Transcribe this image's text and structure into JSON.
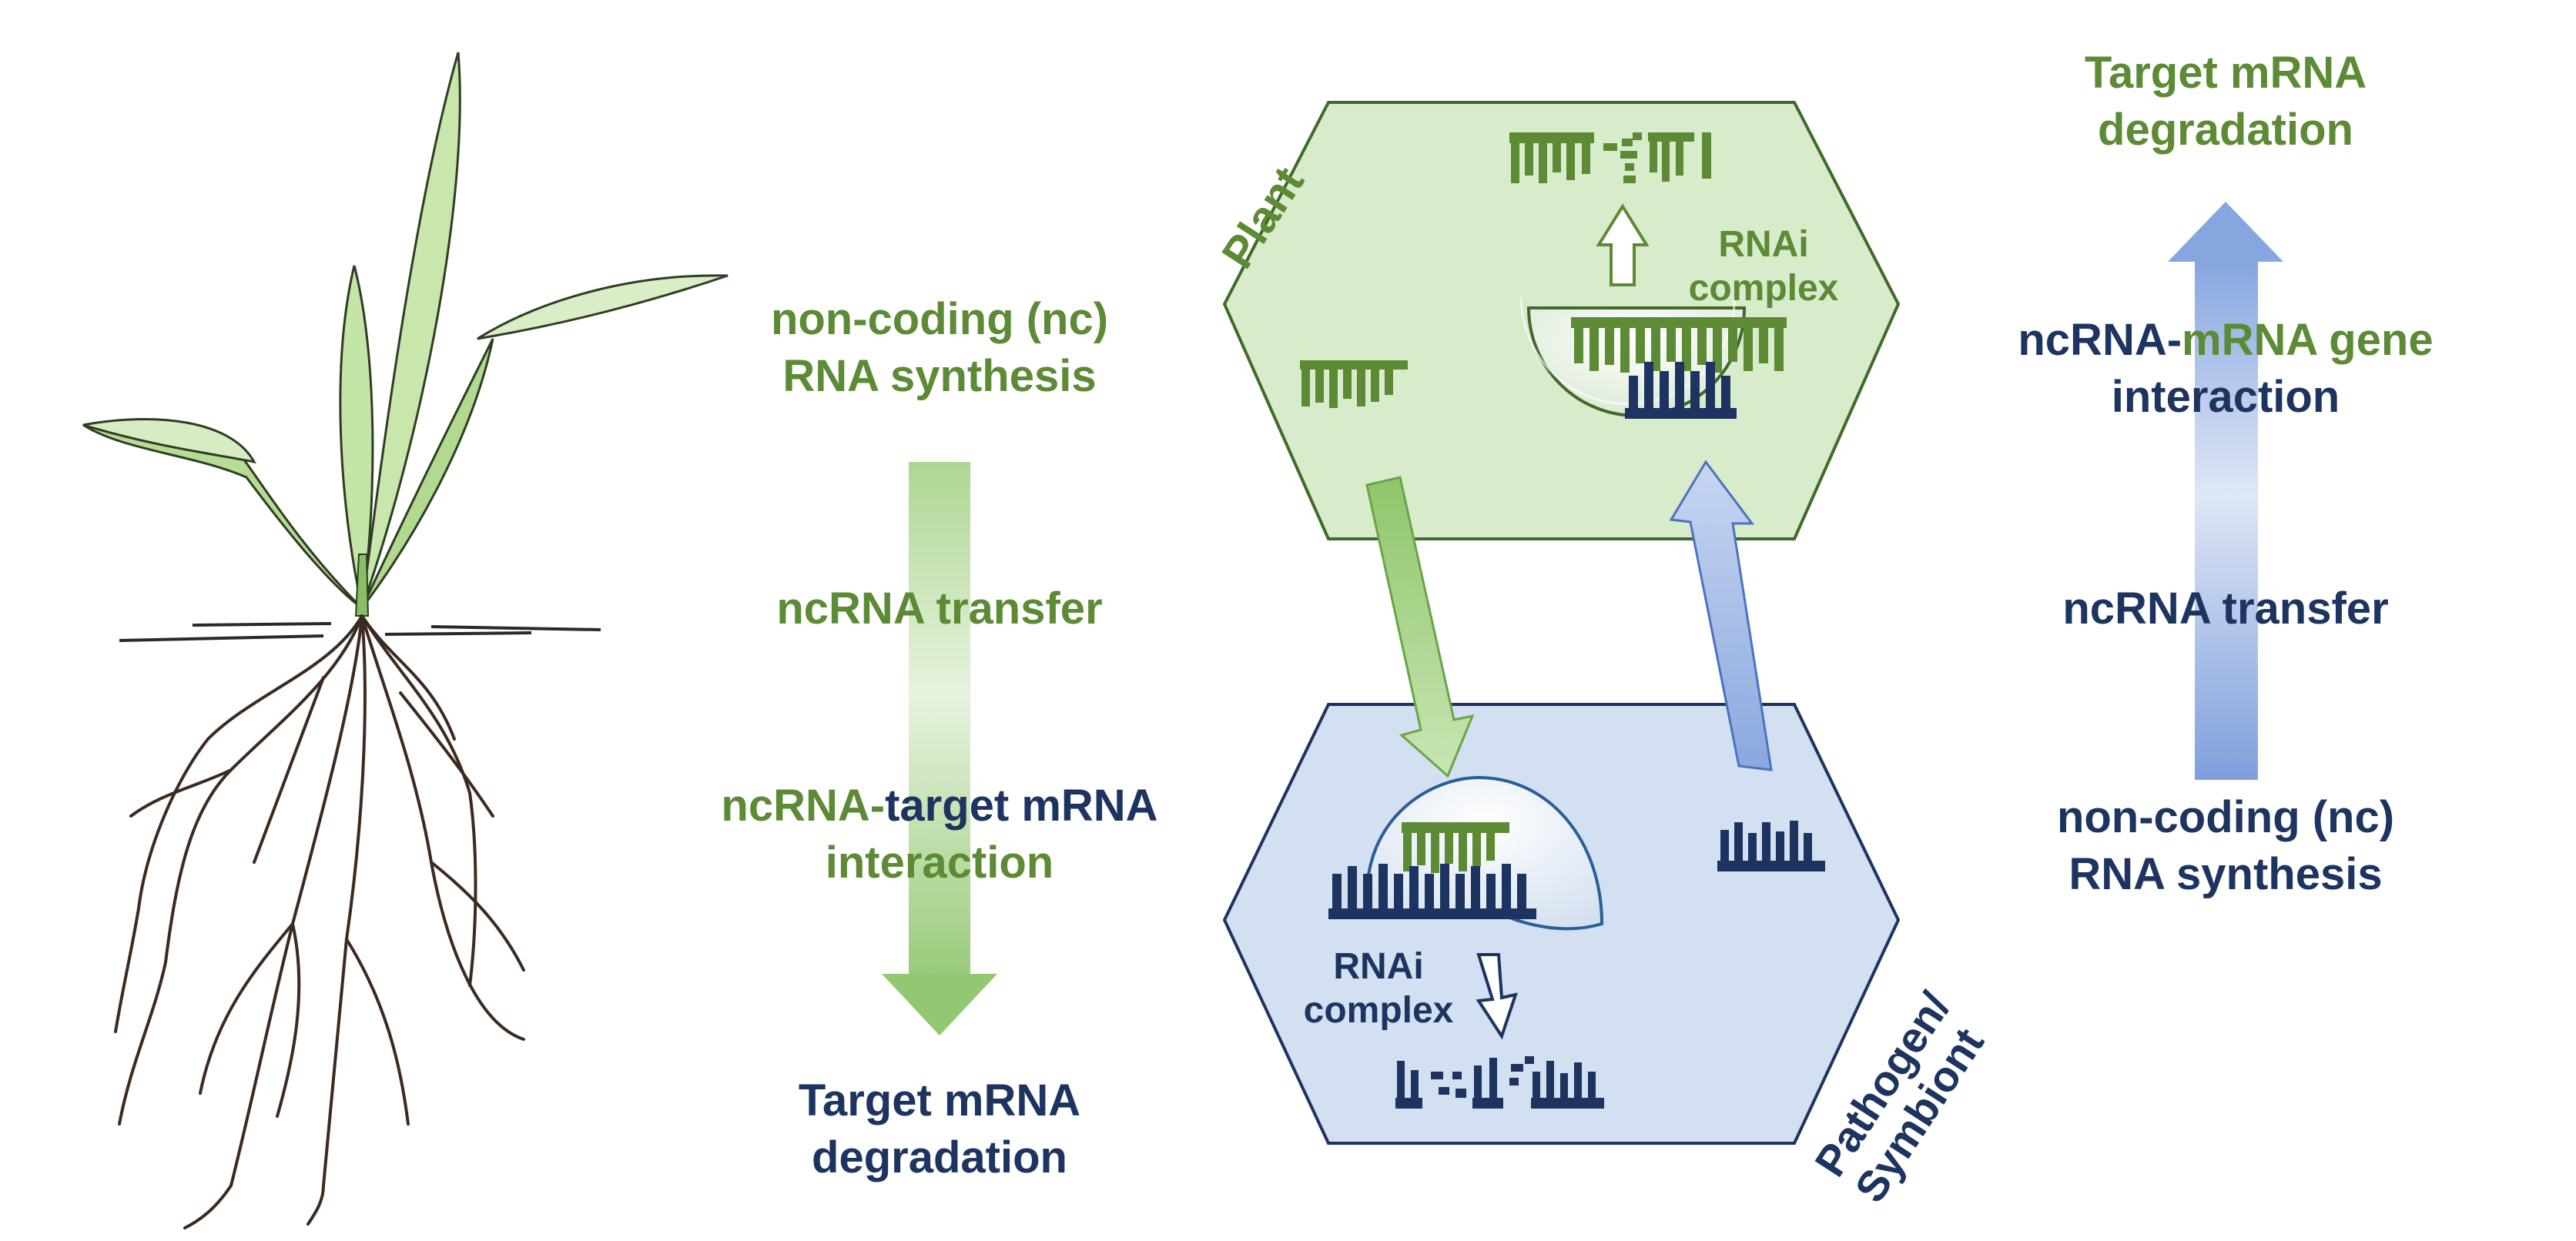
{
  "colors": {
    "plant_green": "#5c8a35",
    "pathogen_navy": "#1d3461",
    "plant_cell_fill": "#d8ebcb",
    "pathogen_cell_fill": "#d3e0f1",
    "plant_arrow": "#8dc36b",
    "pathogen_arrow": "#7f9fdc"
  },
  "left_column": {
    "synthesis": [
      "non-coding (nc)",
      "RNA synthesis"
    ],
    "transfer": "ncRNA transfer",
    "interaction_line1_a": "ncRNA-",
    "interaction_line1_b": "target mRNA",
    "interaction_line2": "interaction",
    "degradation": [
      "Target mRNA",
      "degradation"
    ]
  },
  "right_column": {
    "degradation": [
      "Target mRNA",
      "degradation"
    ],
    "interaction_line1_a": "ncRNA-",
    "interaction_line1_b": "mRNA gene",
    "interaction_line2": "interaction",
    "transfer": "ncRNA transfer",
    "synthesis": [
      "non-coding (nc)",
      "RNA synthesis"
    ]
  },
  "plant_cell": {
    "label": "Plant",
    "complex_label": [
      "RNAi",
      "complex"
    ]
  },
  "pathogen_cell": {
    "label": [
      "Pathogen/",
      "Symbiont"
    ],
    "complex_label": [
      "RNAi",
      "complex"
    ]
  },
  "icons": {
    "plant_illustration": "plant-with-roots-icon",
    "down_arrow": "gradient-down-arrow-icon",
    "up_arrow": "gradient-up-arrow-icon"
  }
}
